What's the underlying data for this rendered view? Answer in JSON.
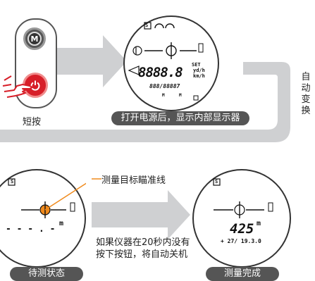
{
  "device": {
    "m_button_label": "M"
  },
  "step1": {
    "caption": "短按",
    "pill": "打开电源后，显示内部显示器"
  },
  "side_label": [
    "自",
    "动",
    "变",
    "换"
  ],
  "lcd_full": {
    "set_label": "SET",
    "main_digits": "8888.8",
    "unit_top": "yd/h",
    "unit_bottom": "km/h",
    "sub_digits": "888/88887",
    "s_label": "S",
    "btn_small_1": "M",
    "btn_small_2": "M"
  },
  "annotation": {
    "line_label": "测量目标瞄准线",
    "note_line1": "如果仪器在20秒内没有",
    "note_line2": "按下按钮，将自动关机"
  },
  "lcd_waiting": {
    "s_label": "S",
    "reading": "- - - . -",
    "unit": "m"
  },
  "lcd_done": {
    "s_label": "S",
    "reading": "425",
    "unit": "m",
    "sub": "+ 27/ 19.3.0"
  },
  "states": {
    "waiting": "待测状态",
    "done": "测量完成"
  }
}
